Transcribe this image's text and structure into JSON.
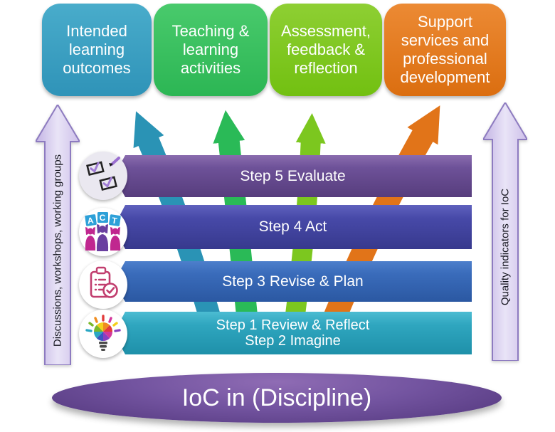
{
  "top_boxes": [
    {
      "label": "Intended learning outcomes",
      "color": "#35a0c2"
    },
    {
      "label": "Teaching & learning activities",
      "color": "#38c05f"
    },
    {
      "label": "Assessment, feedback & reflection",
      "color": "#7dc81f"
    },
    {
      "label": "Support services and professional development",
      "color": "#e2771e"
    }
  ],
  "steps": [
    {
      "label": "Step 5 Evaluate",
      "color": "#6a4f92",
      "icon": "evaluate-checkboxes-icon"
    },
    {
      "label": "Step 4 Act",
      "color": "#4547a3",
      "icon": "act-people-icon"
    },
    {
      "label": "Step 3 Revise & Plan",
      "color": "#3767b6",
      "icon": "plan-clipboard-icon"
    },
    {
      "label": "Step 1 Review & Reflect",
      "label2": "Step 2 Imagine",
      "color": "#2ea5bd",
      "icon": "imagine-lightbulb-icon"
    }
  ],
  "side_arrows": {
    "left": {
      "label": "Discussions, workshops, working groups",
      "color": "#d6cbee"
    },
    "right": {
      "label": "Quality indicators for IoC",
      "color": "#d6cbee"
    }
  },
  "flow_arrows": [
    {
      "target": "Intended learning outcomes",
      "color": "#2a93b5"
    },
    {
      "target": "Teaching & learning activities",
      "color": "#2aba57"
    },
    {
      "target": "Assessment, feedback & reflection",
      "color": "#7cc71f"
    },
    {
      "target": "Support services and professional development",
      "color": "#e17419"
    }
  ],
  "footer_ellipse": {
    "label": "IoC in (Discipline)",
    "color": "#6b4c95"
  }
}
